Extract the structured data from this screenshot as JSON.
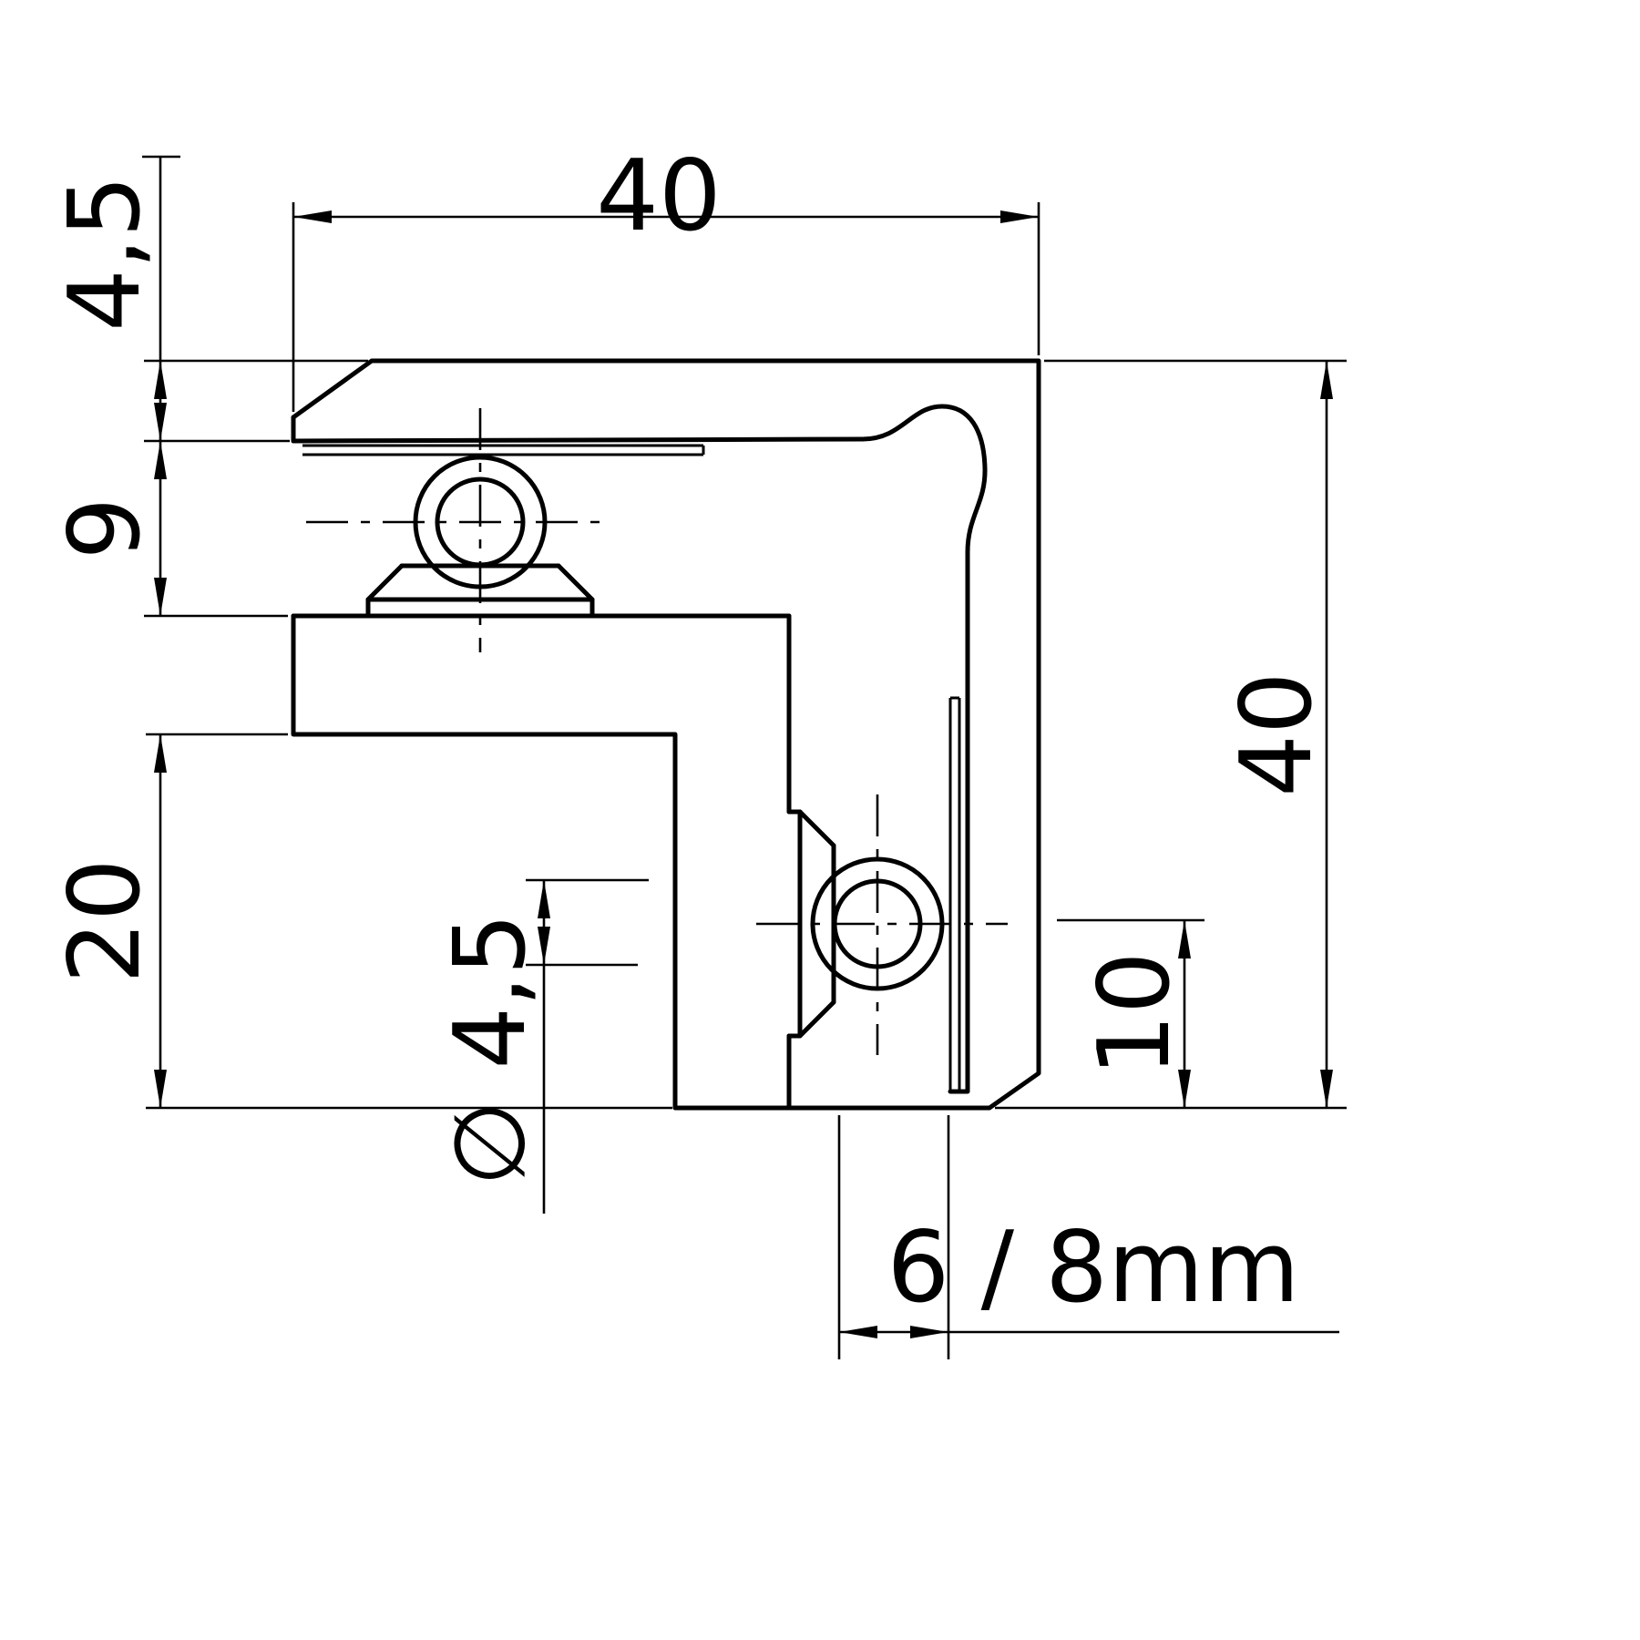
{
  "diagram": {
    "kind": "technical-drawing-cross-section",
    "subject": "corner glass-clamp profile with two clamping screws",
    "labels": {
      "dim_top_width": "40",
      "dim_plate_thickness": "4,5",
      "dim_slot_height": "9",
      "dim_lower_left_height": "20",
      "dim_right_height": "40",
      "dim_screw_offset": "10",
      "dim_glass_thickness": "6 / 8mm",
      "dim_hole_diameter": "∅ 4,5"
    },
    "colors": {
      "line": "#000000",
      "background": "#ffffff"
    }
  }
}
